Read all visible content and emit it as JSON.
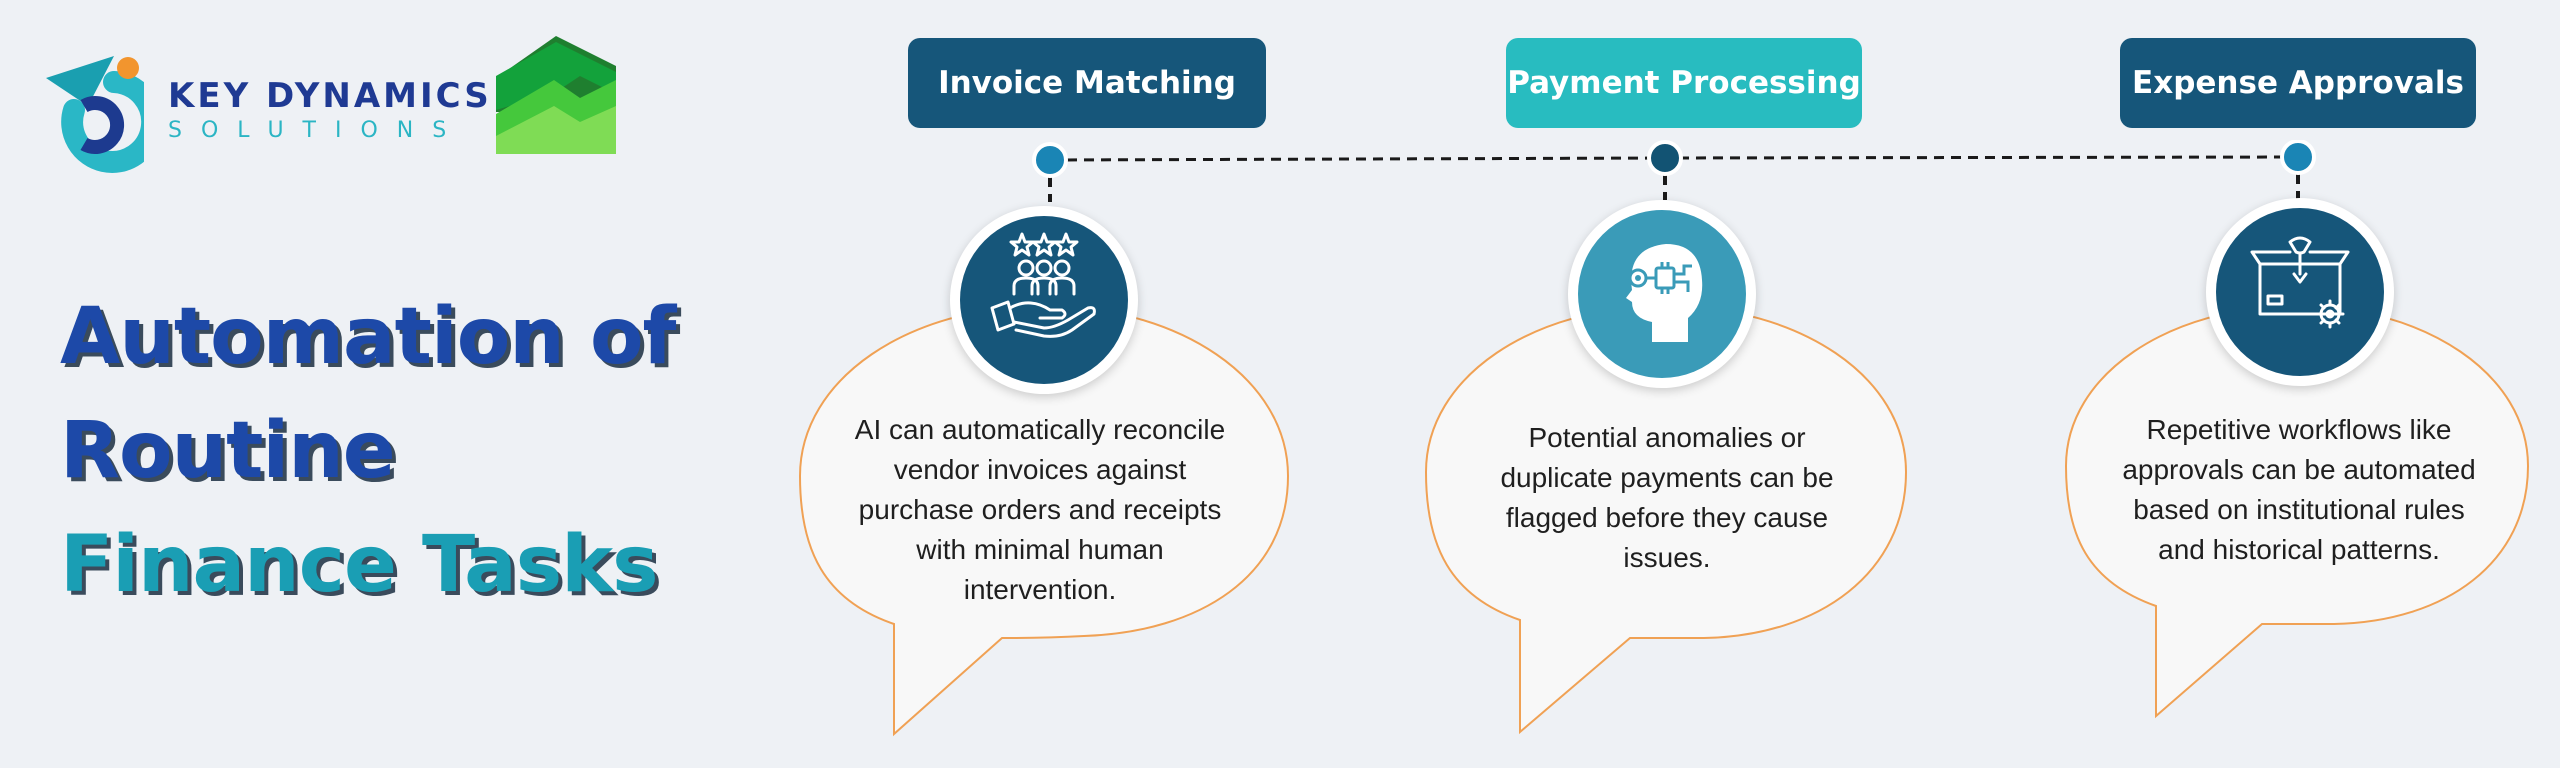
{
  "brand": {
    "name": "KEY DYNAMICS",
    "subtitle": "SOLUTIONS"
  },
  "heading": {
    "line1": "Automation of",
    "line2": "Routine",
    "line3": "Finance Tasks"
  },
  "steps": [
    {
      "label": "Invoice Matching",
      "icon": "hand-rating-icon",
      "text": "AI can automatically reconcile vendor invoices against purchase orders and receipts with minimal human intervention."
    },
    {
      "label": "Payment Processing",
      "icon": "ai-head-icon",
      "text": "Potential anomalies or duplicate payments can be flagged before they cause issues."
    },
    {
      "label": "Expense Approvals",
      "icon": "box-approval-icon",
      "text": "Repetitive workflows like approvals can be automated based on institutional rules and historical patterns."
    }
  ],
  "colors": {
    "dark_blue": "#16567a",
    "teal": "#28bcc0",
    "accent_orange": "#f0a154",
    "heading_blue": "#1d49a8",
    "heading_teal": "#1a9eb4"
  }
}
